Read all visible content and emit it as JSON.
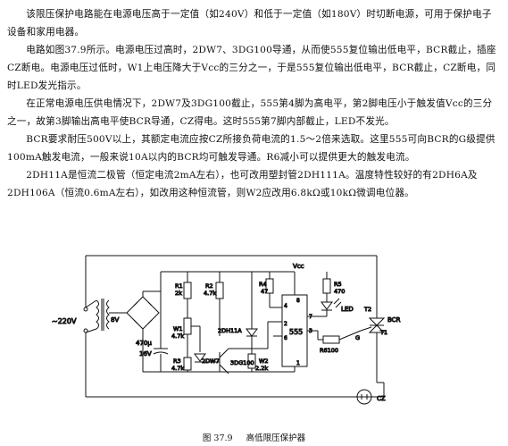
{
  "paragraphs": [
    "该限压保护电路能在电源电压高于一定值（如240V）和低于一定值（如180V）时切断电源，可用于保护电子设备和家用电器。",
    "电路如图37.9所示。电源电压过高时，2DW7、3DG100导通，从而使555复位输出低电平，BCR截止，插座CZ断电。电源电压过低时，W1上电压降大于Vcc的三分之一，于是555复位输出低电平，BCR截止，CZ断电，同时LED发光指示。",
    "在正常电源电压供电情况下，2DW7及3DG100截止，555第4脚为高电平，第2脚电压小于触发值Vcc的三分之一，故第3脚输出高电平使BCR导通，CZ得电。这时555第7脚内部截止，LED不发光。",
    "BCR要求耐压500V以上，其额定电流应按CZ所接负荷电流的1.5～2倍来选取。这里555可向BCR的G级提供100mA触发电流，一般来说10A以内的BCR均可触发导通。R6减小可以提供更大的触发电流。",
    "2DH11A是恒流二极管（恒定电流2mA左右），也可改用塑封管2DH111A。温度特性较好的有2DH6A及2DH106A（恒流0.6mA左右），如改用这种恒流管，则W2应改用6.8kΩ或10kΩ微调电位器。"
  ],
  "circuit": {
    "mains_label": "~220V",
    "rect_voltage": "8V",
    "cap_value": "470μ",
    "cap_voltage": "16V",
    "vcc_label": "Vcc",
    "r1_name": "R1",
    "r1_value": "2k",
    "r2_name": "R2",
    "r2_value": "4.7k",
    "r3_name": "R3",
    "r3_value": "4.7k",
    "r4_name": "R4",
    "r4_value": "47",
    "r5_name": "R5",
    "r5_value": "470",
    "r6_value": "R6100",
    "w1_name": "W1",
    "w1_value": "4.7k",
    "w2_name": "W2",
    "w2_value": "2.2k",
    "zener": "2DW7",
    "const_diode": "2DH11A",
    "transistor": "3DG100",
    "ic": "555",
    "led": "LED",
    "bcr": "BCR",
    "t1": "T1",
    "t2": "T2",
    "g": "G",
    "socket": "CZ",
    "pins": [
      "8",
      "4",
      "2",
      "7",
      "3",
      "6",
      "1"
    ]
  },
  "caption": {
    "number": "图 37.9",
    "title": "高低限压保护器"
  }
}
